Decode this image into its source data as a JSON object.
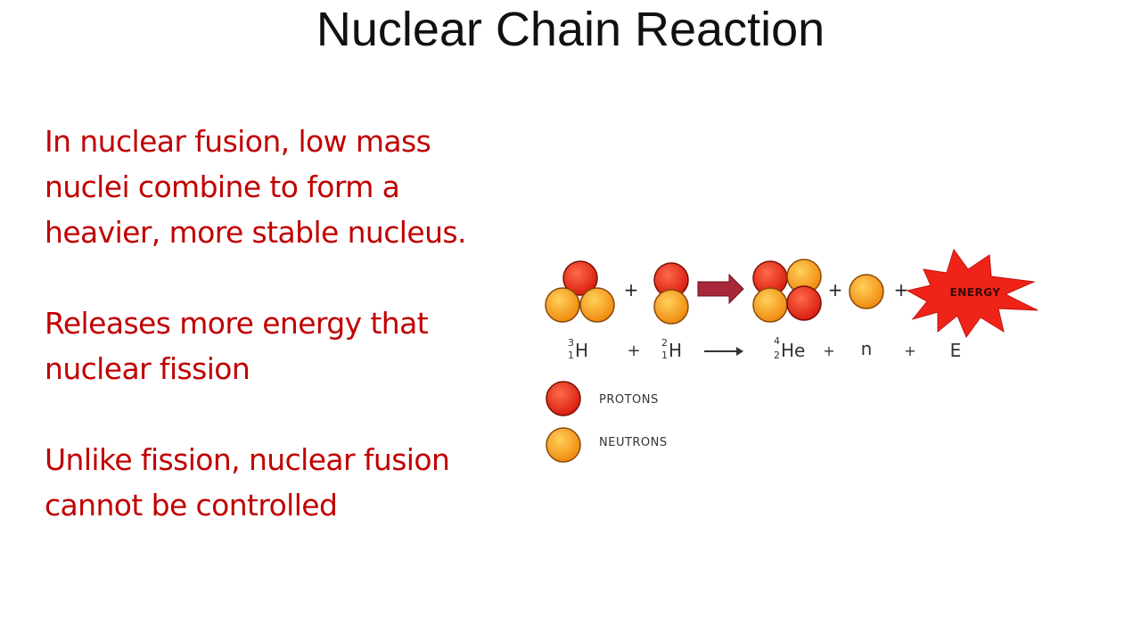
{
  "slide": {
    "title": "Nuclear Chain Reaction",
    "paragraphs": [
      {
        "lines": [
          "In nuclear fusion, low mass",
          "nuclei combine to form a",
          "heavier, more stable nucleus."
        ]
      },
      {
        "lines": [
          "Releases more energy that",
          "nuclear fission"
        ]
      },
      {
        "lines": [
          "Unlike fission, nuclear fusion",
          "cannot be controlled"
        ]
      }
    ]
  },
  "diagram": {
    "energy_label": "ENERGY",
    "plus": "+",
    "equation": {
      "tritium": {
        "mass": "3",
        "atomic": "1",
        "symbol": "H"
      },
      "deuterium": {
        "mass": "2",
        "atomic": "1",
        "symbol": "H"
      },
      "helium": {
        "mass": "4",
        "atomic": "2",
        "symbol": "He"
      },
      "neutron": "n",
      "energy": "E"
    },
    "legend": {
      "protons": "PROTONS",
      "neutrons": "NEUTRONS"
    }
  },
  "colors": {
    "title": "#111111",
    "text": "#c00000",
    "proton": "#e52313",
    "neutron": "#f5a21b",
    "energy_burst": "#f02318",
    "arrow": "#a8283a"
  }
}
